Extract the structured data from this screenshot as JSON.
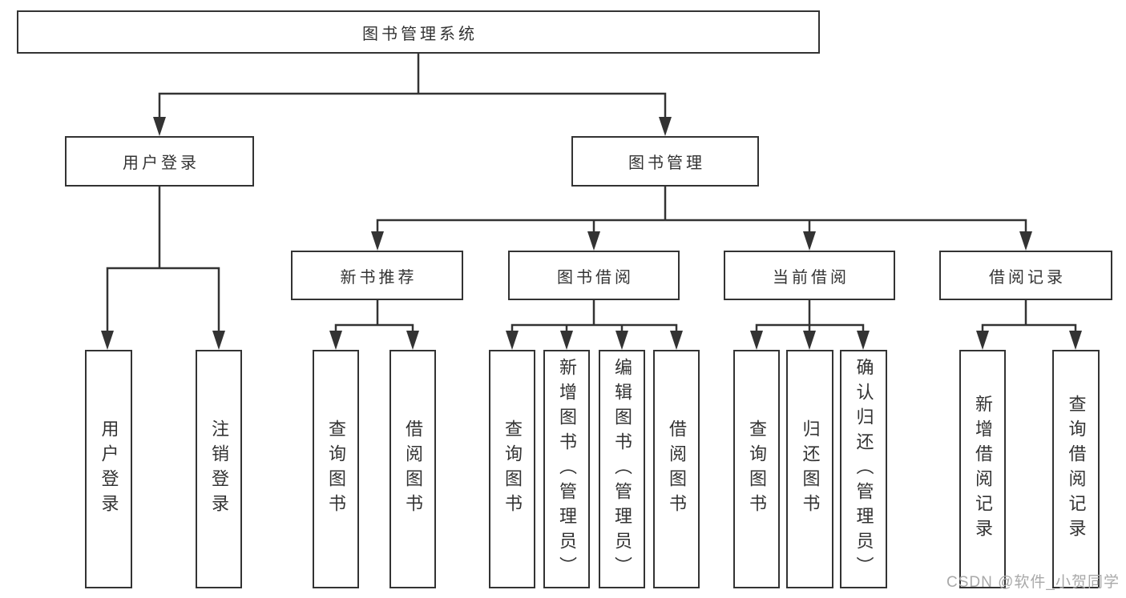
{
  "diagram": {
    "root": {
      "label": "图书管理系统"
    },
    "level2": [
      {
        "id": "user-login",
        "label": "用户登录"
      },
      {
        "id": "book-management",
        "label": "图书管理"
      }
    ],
    "level3": [
      {
        "id": "new-book-recommend",
        "label": "新书推荐"
      },
      {
        "id": "book-borrowing",
        "label": "图书借阅"
      },
      {
        "id": "current-borrowing",
        "label": "当前借阅"
      },
      {
        "id": "borrowing-records",
        "label": "借阅记录"
      }
    ],
    "leaves": [
      {
        "group": "user-login",
        "label": "用户登录"
      },
      {
        "group": "user-login",
        "label": "注销登录"
      },
      {
        "group": "new-book-recommend",
        "label": "查询图书"
      },
      {
        "group": "new-book-recommend",
        "label": "借阅图书"
      },
      {
        "group": "book-borrowing",
        "label": "查询图书"
      },
      {
        "group": "book-borrowing",
        "label": "新增图书（管理员）"
      },
      {
        "group": "book-borrowing",
        "label": "编辑图书（管理员）"
      },
      {
        "group": "book-borrowing",
        "label": "借阅图书"
      },
      {
        "group": "current-borrowing",
        "label": "查询图书"
      },
      {
        "group": "current-borrowing",
        "label": "归还图书"
      },
      {
        "group": "current-borrowing",
        "label": "确认归还（管理员）"
      },
      {
        "group": "borrowing-records",
        "label": "新增借阅记录"
      },
      {
        "group": "borrowing-records",
        "label": "查询借阅记录"
      }
    ]
  },
  "watermark": {
    "text": "CSDN @软件_小贺同学"
  },
  "colors": {
    "line": "#333333",
    "text": "#333333",
    "watermark": "#a9a9a9",
    "background": "#ffffff"
  }
}
